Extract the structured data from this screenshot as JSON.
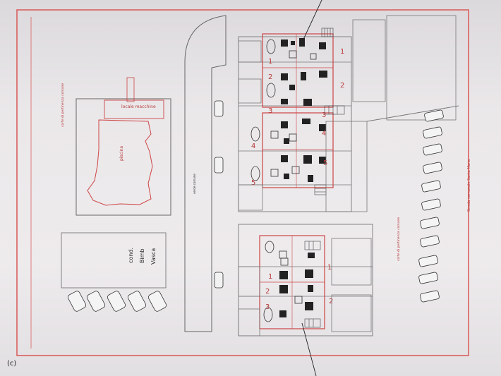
{
  "plan": {
    "labels": {
      "corte_left": "corte di pertinenza comune",
      "corte_right": "corte di pertinenza comune",
      "strada": "Strada comunale Santa Maria",
      "locale_macchine": "locale macchine",
      "piscina": "piscina",
      "verde_comune": "verde comune",
      "handwritten_1": "Vasca",
      "handwritten_2": "Bimb",
      "handwritten_3": "cond."
    },
    "upper_block_unit_numbers": [
      "1",
      "2",
      "3",
      "4",
      "5",
      "1",
      "2",
      "3",
      "4",
      "5"
    ],
    "lower_block_unit_numbers": [
      "1",
      "2",
      "3",
      "1",
      "2"
    ]
  },
  "copyright": "(c)"
}
